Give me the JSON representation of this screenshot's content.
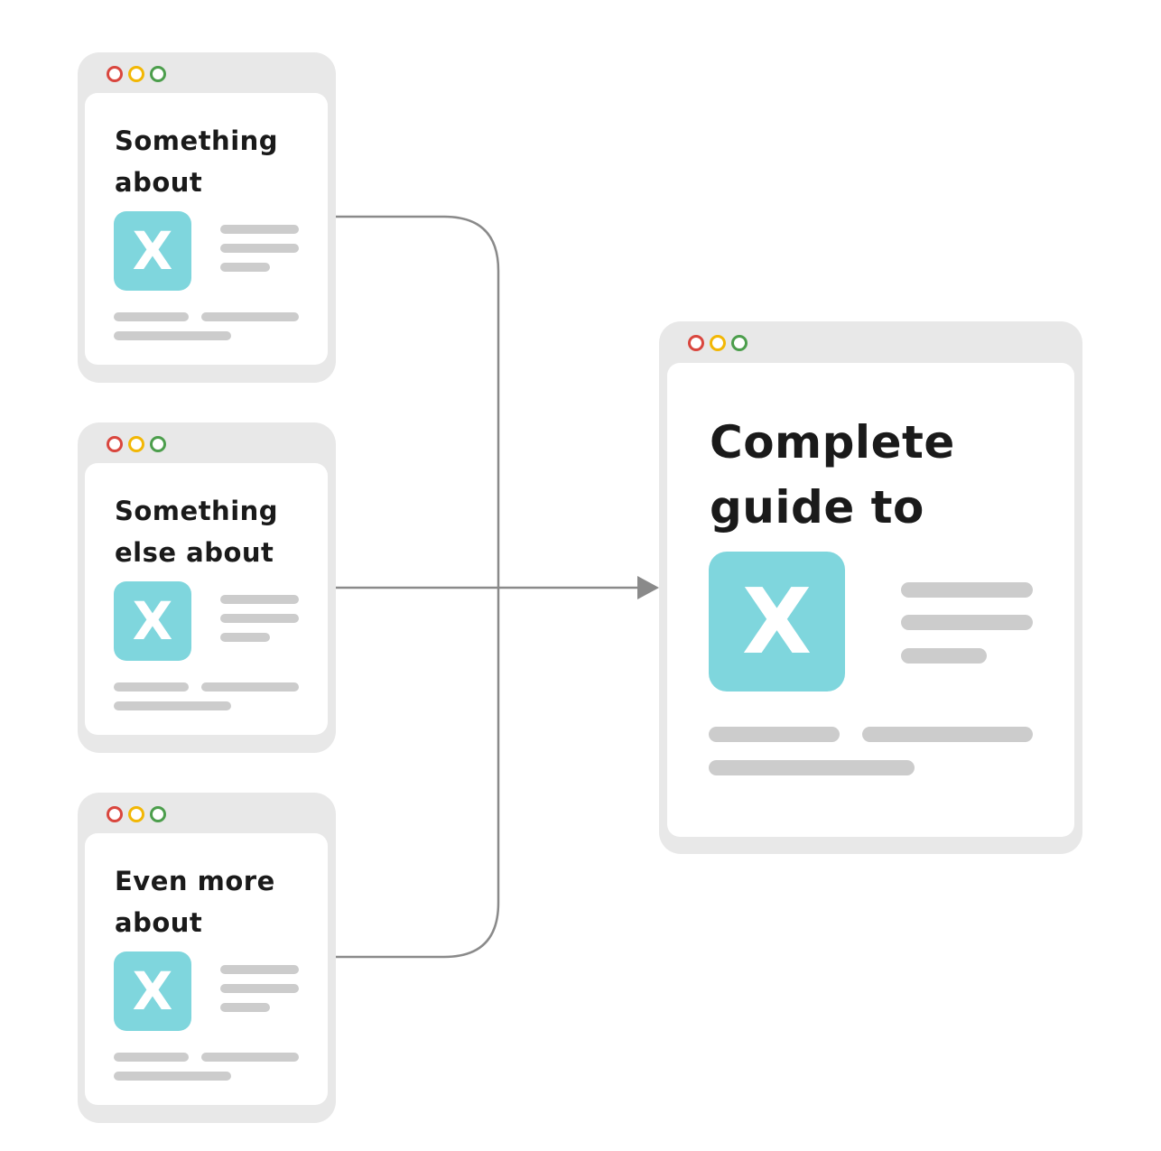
{
  "colors": {
    "window_frame": "#e8e8e8",
    "accent_tile": "#7fd6dd",
    "placeholder_bar": "#cccccc",
    "connector": "#8a8a8a",
    "dot_red": "#d9463e",
    "dot_yellow": "#f2b705",
    "dot_green": "#4c9e4c"
  },
  "source_windows": [
    {
      "title": "Something\nabout",
      "icon_letter": "X"
    },
    {
      "title": "Something\nelse about",
      "icon_letter": "X"
    },
    {
      "title": "Even more\nabout",
      "icon_letter": "X"
    }
  ],
  "target_window": {
    "title": "Complete\nguide to",
    "icon_letter": "X"
  },
  "icons": [
    "window-dot-red",
    "window-dot-yellow",
    "window-dot-green",
    "arrow-head"
  ]
}
